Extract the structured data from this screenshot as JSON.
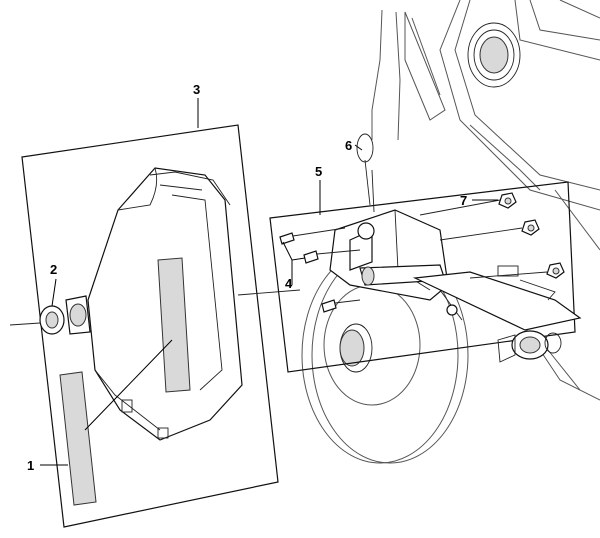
{
  "callouts": [
    {
      "id": "1",
      "part": "label-sticker"
    },
    {
      "id": "2",
      "part": "grommet"
    },
    {
      "id": "3",
      "part": "fuel-tank-assembly"
    },
    {
      "id": "4",
      "part": "bolt"
    },
    {
      "id": "5",
      "part": "bracket-assembly"
    },
    {
      "id": "6",
      "part": "lynch-pin"
    },
    {
      "id": "7",
      "part": "nut"
    }
  ]
}
